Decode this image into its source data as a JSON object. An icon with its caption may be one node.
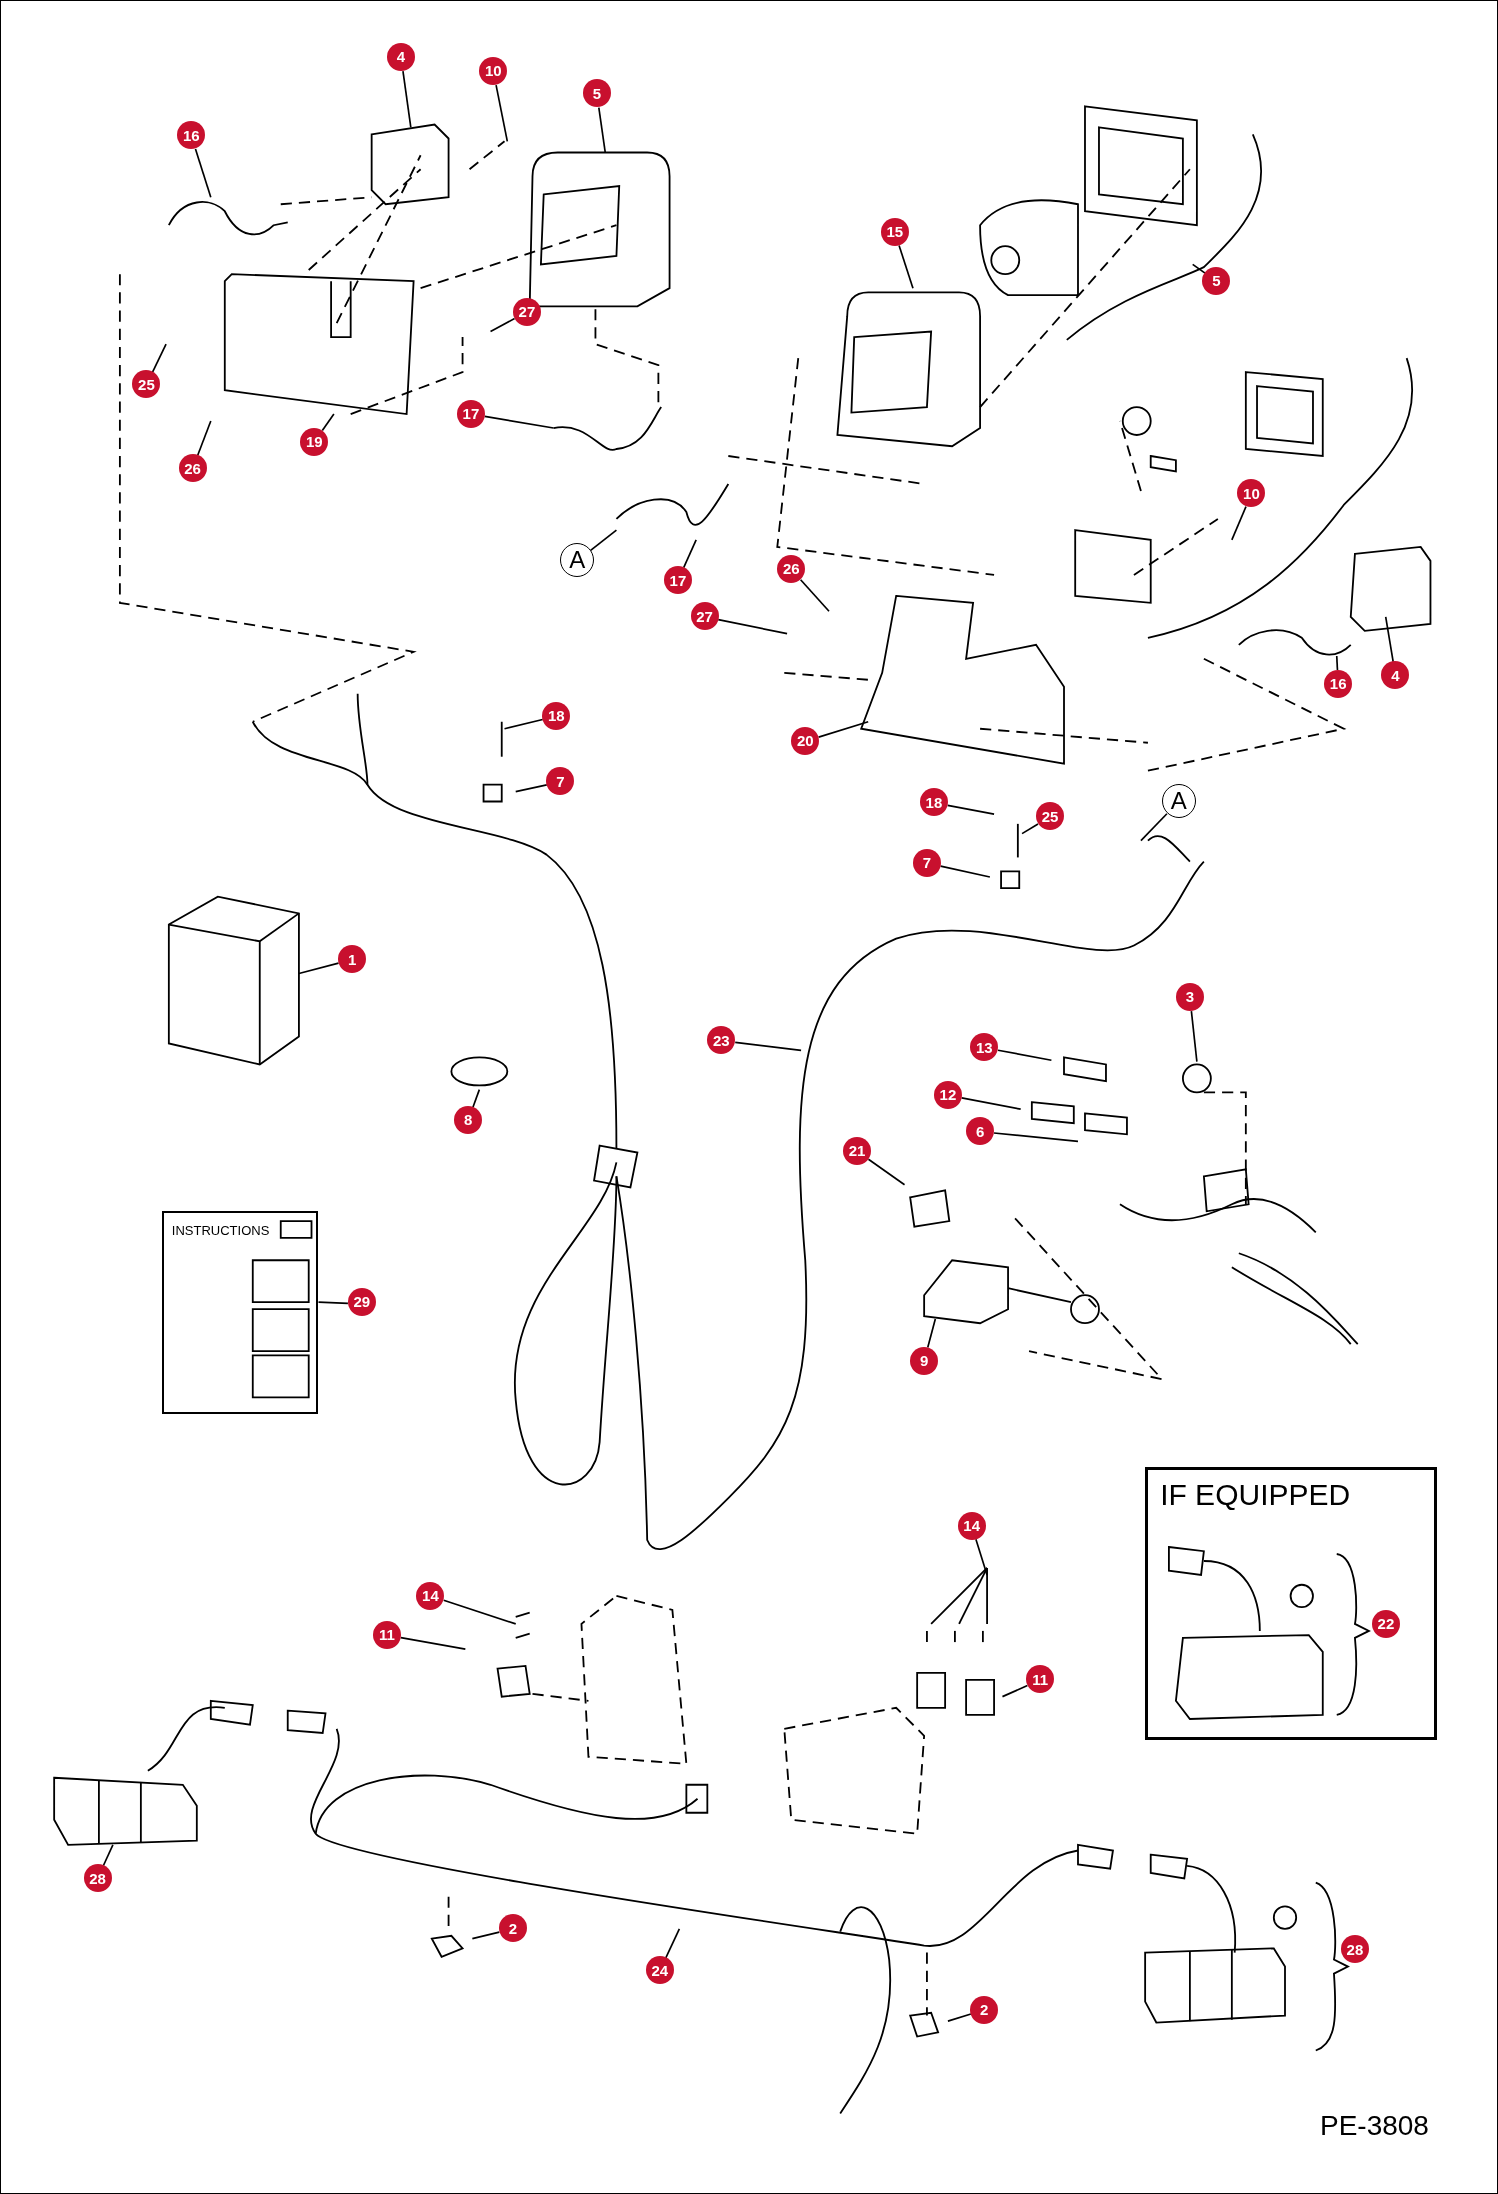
{
  "diagram": {
    "nodes": [
      {
        "text": [
          "4"
        ]
      },
      {
        "text": [
          "10"
        ]
      },
      {
        "text": [
          "5"
        ]
      },
      {
        "text": [
          "16"
        ]
      },
      {
        "text": [
          "15"
        ]
      },
      {
        "text": [
          "5"
        ]
      },
      {
        "text": [
          "27"
        ]
      },
      {
        "text": [
          "25"
        ]
      },
      {
        "text": [
          "17"
        ]
      },
      {
        "text": [
          "19"
        ]
      },
      {
        "text": [
          "26"
        ]
      },
      {
        "text": [
          "10"
        ]
      },
      {
        "text": [
          "A"
        ]
      },
      {
        "text": [
          "26"
        ]
      },
      {
        "text": [
          "17"
        ]
      },
      {
        "text": [
          "27"
        ]
      },
      {
        "text": [
          "4"
        ]
      },
      {
        "text": [
          "16"
        ]
      },
      {
        "text": [
          "18"
        ]
      },
      {
        "text": [
          "20"
        ]
      },
      {
        "text": [
          "7"
        ]
      },
      {
        "text": [
          "A"
        ]
      },
      {
        "text": [
          "18"
        ]
      },
      {
        "text": [
          "25"
        ]
      },
      {
        "text": [
          "7"
        ]
      },
      {
        "text": [
          "1"
        ]
      },
      {
        "text": [
          "3"
        ]
      },
      {
        "text": [
          "23"
        ]
      },
      {
        "text": [
          "13"
        ]
      },
      {
        "text": [
          "12"
        ]
      },
      {
        "text": [
          "8"
        ]
      },
      {
        "text": [
          "6"
        ]
      },
      {
        "text": [
          "21"
        ]
      },
      {
        "text": [
          "INSTRUCTIONS"
        ]
      },
      {
        "text": [
          "29"
        ]
      },
      {
        "text": [
          "9"
        ]
      },
      {
        "text": [
          "IF EQUIPPED"
        ]
      },
      {
        "text": [
          "14"
        ]
      },
      {
        "text": [
          "14"
        ]
      },
      {
        "text": [
          "22"
        ],
        "in": 36
      },
      {
        "text": [
          "11"
        ]
      },
      {
        "text": [
          "11"
        ]
      },
      {
        "text": [
          "28"
        ]
      },
      {
        "text": [
          "2"
        ]
      },
      {
        "text": [
          "28"
        ]
      },
      {
        "text": [
          "24"
        ]
      },
      {
        "text": [
          "2"
        ]
      }
    ],
    "edges": [
      {
        "from": 0,
        "to": null,
        "arrow": "none"
      },
      {
        "from": 1,
        "to": null,
        "arrow": "none"
      },
      {
        "from": 2,
        "to": null,
        "arrow": "none"
      },
      {
        "from": 3,
        "to": null,
        "arrow": "none"
      },
      {
        "from": 4,
        "to": null,
        "arrow": "none"
      },
      {
        "from": 5,
        "to": null,
        "arrow": "none"
      },
      {
        "from": 6,
        "to": null,
        "arrow": "none"
      },
      {
        "from": 7,
        "to": null,
        "arrow": "none"
      },
      {
        "from": 8,
        "to": null,
        "arrow": "none"
      },
      {
        "from": 9,
        "to": null,
        "arrow": "none"
      },
      {
        "from": 10,
        "to": null,
        "arrow": "none"
      },
      {
        "from": 11,
        "to": null,
        "arrow": "none"
      },
      {
        "from": 12,
        "to": null,
        "arrow": "none"
      },
      {
        "from": 13,
        "to": null,
        "arrow": "none"
      },
      {
        "from": 14,
        "to": null,
        "arrow": "none"
      },
      {
        "from": 15,
        "to": null,
        "arrow": "none"
      },
      {
        "from": 16,
        "to": null,
        "arrow": "none"
      },
      {
        "from": 17,
        "to": null,
        "arrow": "none"
      },
      {
        "from": 18,
        "to": null,
        "arrow": "none"
      },
      {
        "from": 19,
        "to": null,
        "arrow": "none"
      },
      {
        "from": 20,
        "to": null,
        "arrow": "none"
      },
      {
        "from": 21,
        "to": null,
        "arrow": "none"
      },
      {
        "from": 22,
        "to": null,
        "arrow": "none"
      },
      {
        "from": 23,
        "to": null,
        "arrow": "none"
      },
      {
        "from": 24,
        "to": null,
        "arrow": "none"
      },
      {
        "from": 25,
        "to": null,
        "arrow": "none"
      },
      {
        "from": 26,
        "to": null,
        "arrow": "none"
      },
      {
        "from": 27,
        "to": null,
        "arrow": "none"
      },
      {
        "from": 28,
        "to": null,
        "arrow": "none"
      },
      {
        "from": 29,
        "to": null,
        "arrow": "none"
      },
      {
        "from": 30,
        "to": null,
        "arrow": "none"
      },
      {
        "from": 31,
        "to": null,
        "arrow": "none"
      },
      {
        "from": 32,
        "to": null,
        "arrow": "none"
      },
      {
        "from": 34,
        "to": 33,
        "arrow": "none"
      },
      {
        "from": 35,
        "to": null,
        "arrow": "none"
      },
      {
        "from": 37,
        "to": null,
        "arrow": "none"
      },
      {
        "from": 38,
        "to": null,
        "arrow": "none"
      },
      {
        "from": 40,
        "to": null,
        "arrow": "none"
      },
      {
        "from": 41,
        "to": null,
        "arrow": "none"
      },
      {
        "from": 42,
        "to": null,
        "arrow": "none"
      },
      {
        "from": 43,
        "to": null,
        "arrow": "none"
      },
      {
        "from": 45,
        "to": null,
        "arrow": "none"
      },
      {
        "from": 46,
        "to": null,
        "arrow": "none"
      }
    ],
    "labels": [
      "PE-3808"
    ]
  }
}
